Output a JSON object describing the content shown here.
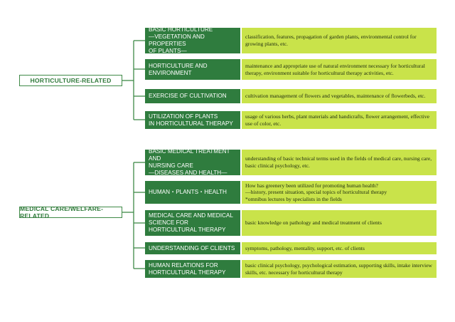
{
  "groups": [
    {
      "title": "HORTICULTURE-RELATED",
      "items": [
        {
          "label": "BASIC HORTICULTURE\n—VEGETATION AND PROPERTIES\n   OF PLANTS—",
          "desc": "classification, features, propagation of garden plants, environmental control for growing plants, etc."
        },
        {
          "label": "HORTICULTURE AND ENVIRONMENT",
          "desc": "maintenance and appropriate use of natural environment necessary for horticultural therapy, environment suitable for horticultural therapy activities, etc."
        },
        {
          "label": "EXERCISE OF CULTIVATION",
          "desc": "cultivation management of flowers and vegetables, maintenance of flowerbeds, etc."
        },
        {
          "label": "UTILIZATION OF PLANTS\nIN HORTICULTURAL THERAPY",
          "desc": "usage of various herbs, plant materials and handicrafts, flower arrangement, effective use of color, etc."
        }
      ]
    },
    {
      "title": "MEDICAL CARE/WELFARE-RELATED",
      "items": [
        {
          "label": "BASIC MEDICAL TREATMENT AND\nNURSING CARE\n   —DISEASES AND HEALTH—",
          "desc": "understanding of basic technical terms used in the fields of medical care, nursing care, basic clinical psychology, etc."
        },
        {
          "label": "HUMAN・PLANTS・HEALTH",
          "desc": "How has greenery been utilized for promoting human health?\n  —history, present situation, special topics of horticultural therapy\n    *omnibus lectures by specialists in the fields"
        },
        {
          "label": "MEDICAL CARE AND MEDICAL\nSCIENCE FOR\nHORTICULTURAL THERAPY",
          "desc": "basic knowledge on pathology and medical treatment of clients"
        },
        {
          "label": "UNDERSTANDING OF CLIENTS",
          "desc": "symptoms, pathology, mentality, support, etc. of clients"
        },
        {
          "label": "HUMAN RELATIONS FOR\nHORTICULTURAL THERAPY",
          "desc": "basic clinical psychology, psychological estimation, supporting skills, intake interview skills, etc. necessary for horticultural therapy"
        }
      ]
    }
  ]
}
